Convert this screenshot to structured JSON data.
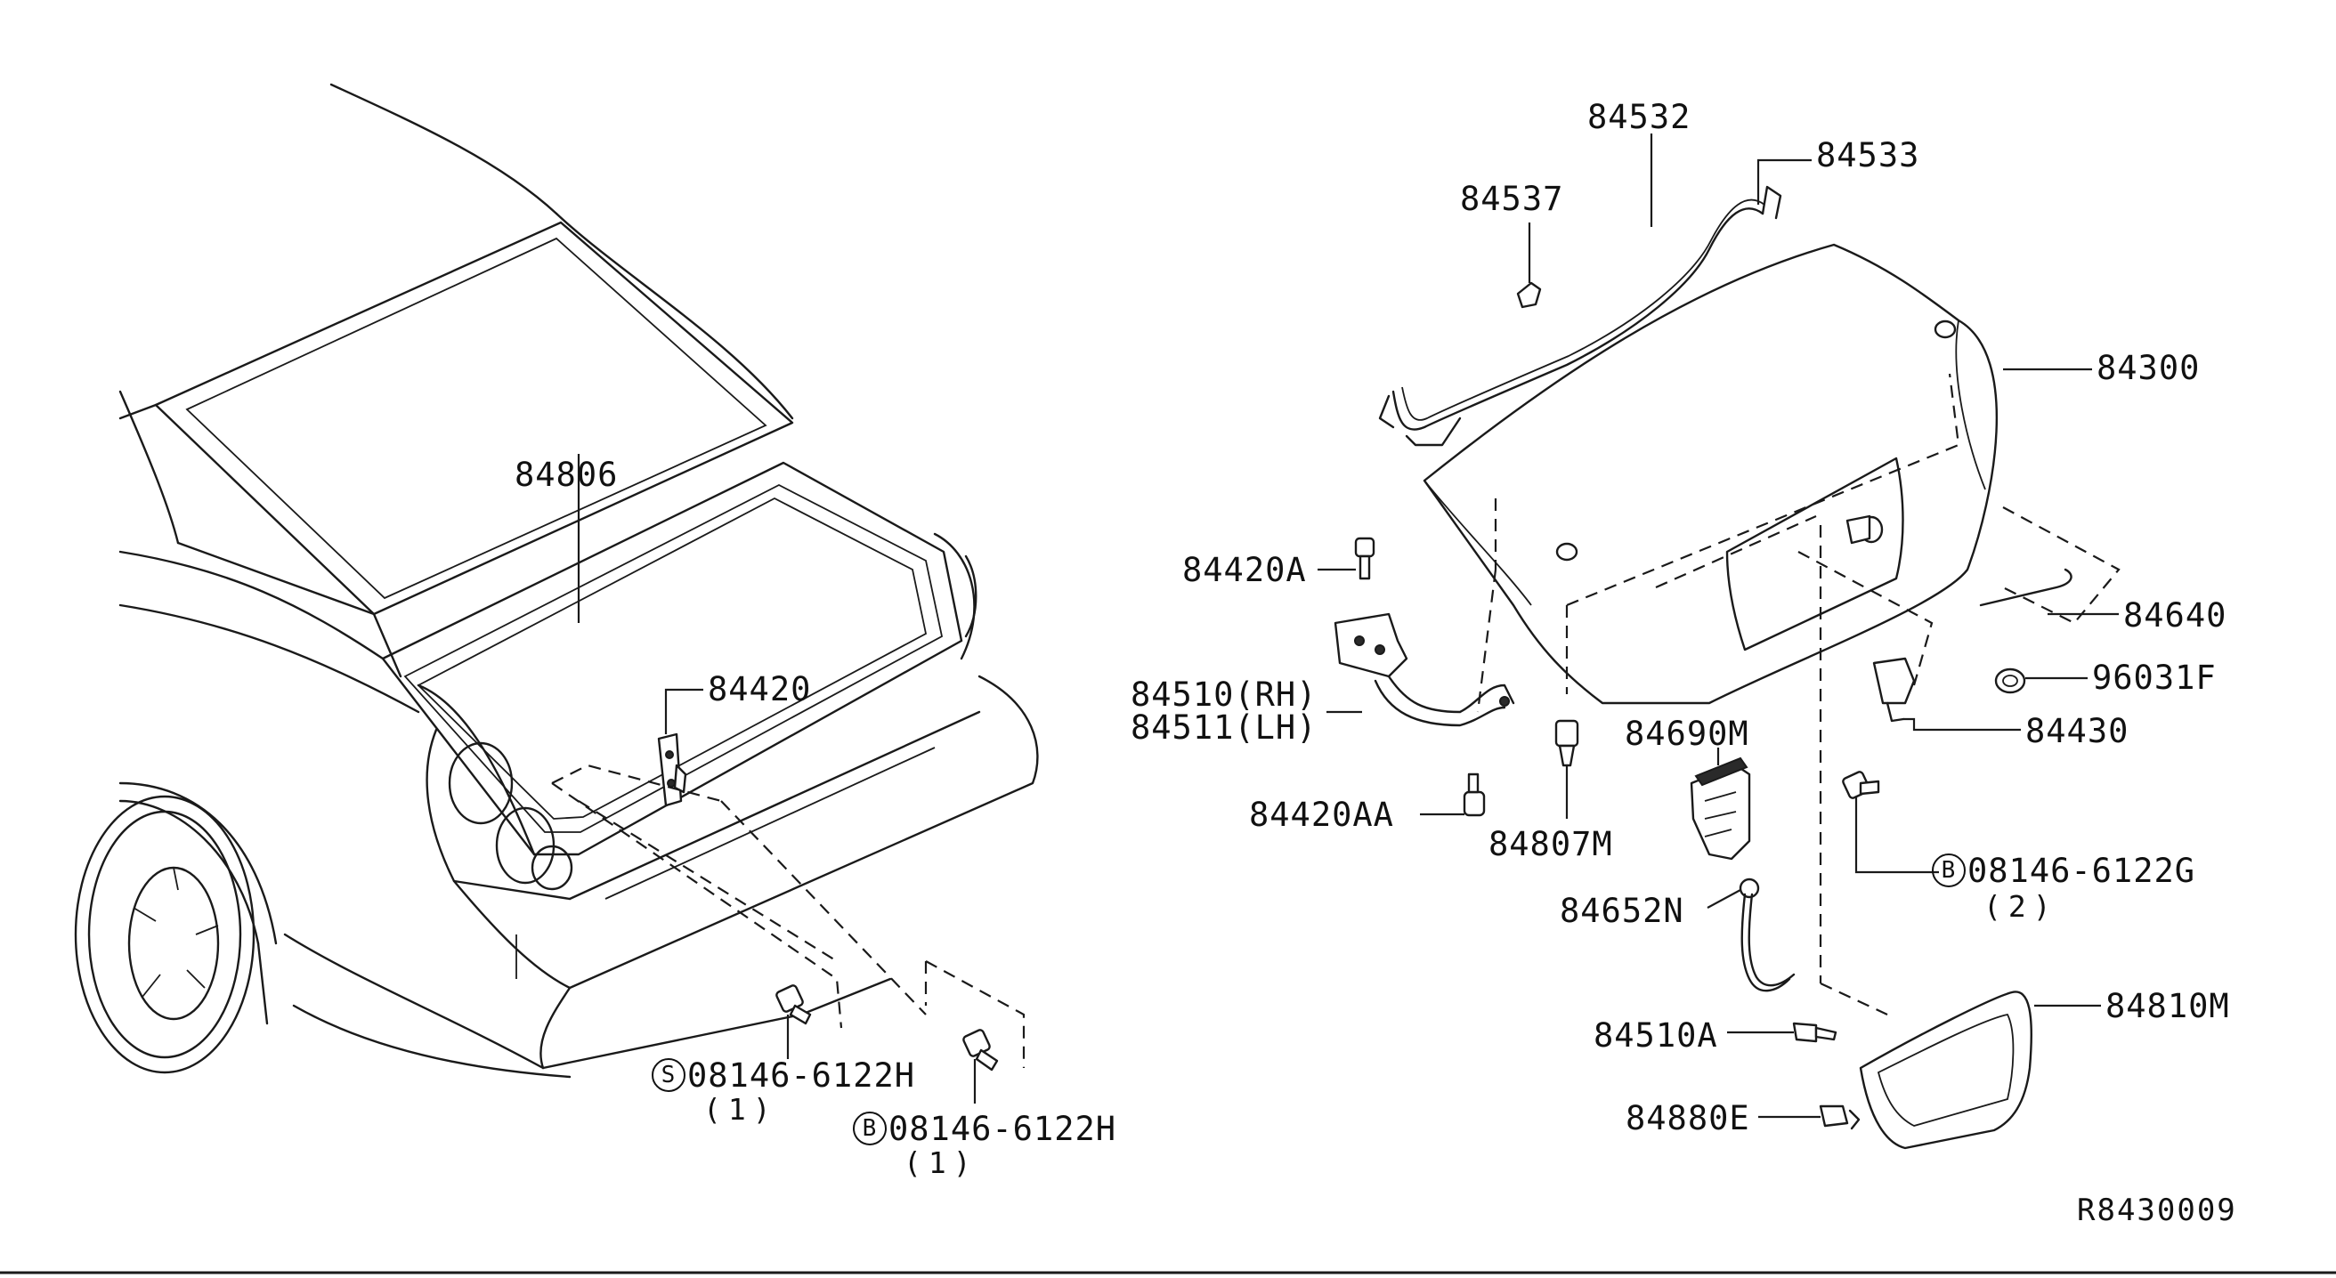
{
  "diagram": {
    "labels": {
      "p84532": "84532",
      "p84533": "84533",
      "p84537": "84537",
      "p84300": "84300",
      "p84806": "84806",
      "p84420A": "84420A",
      "p84640": "84640",
      "p84510": "84510(RH)",
      "p84511": "84511(LH)",
      "p96031F": "96031F",
      "p84420": "84420",
      "p84430": "84430",
      "p84690M": "84690M",
      "p84420AA": "84420AA",
      "p84807M": "84807M",
      "pB6122G": "08146-6122G",
      "pB6122G_qty": "(2)",
      "p84652N": "84652N",
      "p84810M": "84810M",
      "p84510A": "84510A",
      "pS6122H": "08146-6122H",
      "pS6122H_qty": "(1)",
      "pB6122H": "08146-6122H",
      "pB6122H_qty": "(1)",
      "p84880E": "84880E"
    },
    "symbols": {
      "bolt_b": "B",
      "screw_s": "S"
    },
    "diagram_code": "R8430009"
  }
}
